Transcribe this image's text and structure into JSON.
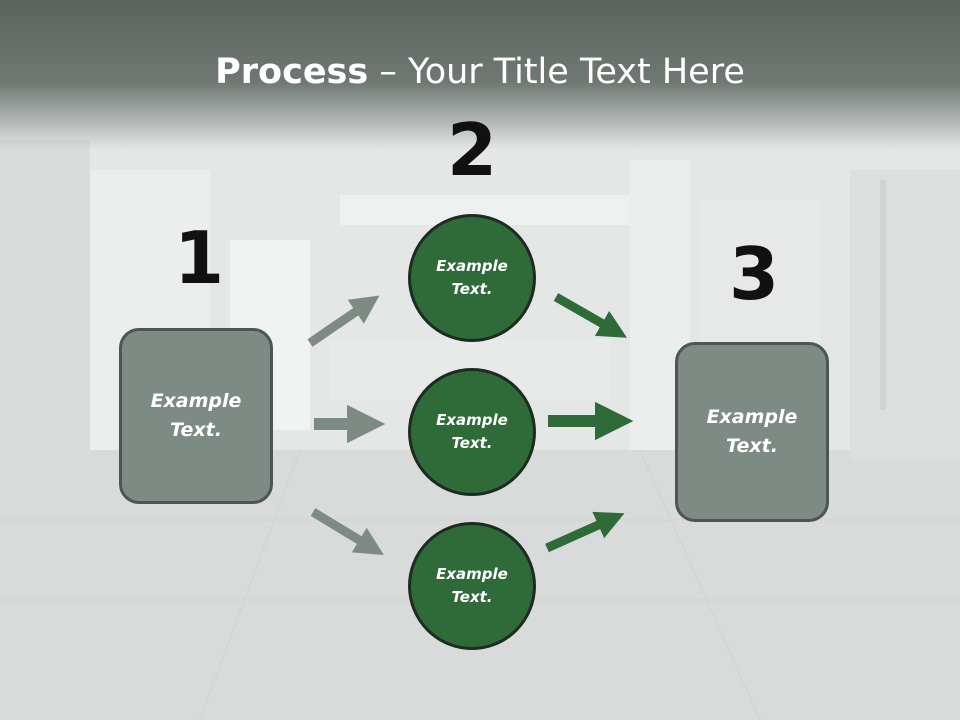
{
  "slide": {
    "title_bold": "Process",
    "title_rest": " – Your Title Text Here"
  },
  "steps": {
    "step1": {
      "number": "1"
    },
    "step2": {
      "number": "2"
    },
    "step3": {
      "number": "3"
    }
  },
  "nodes": {
    "left_box": "Example\nText.",
    "circle_top": "Example\nText.",
    "circle_middle": "Example\nText.",
    "circle_bottom": "Example\nText.",
    "right_box": "Example\nText."
  },
  "colors": {
    "box_fill": "#7e8a84",
    "circle_fill": "#2f6a39",
    "arrow_gray": "#7e8a84",
    "arrow_green": "#2f6a39"
  }
}
